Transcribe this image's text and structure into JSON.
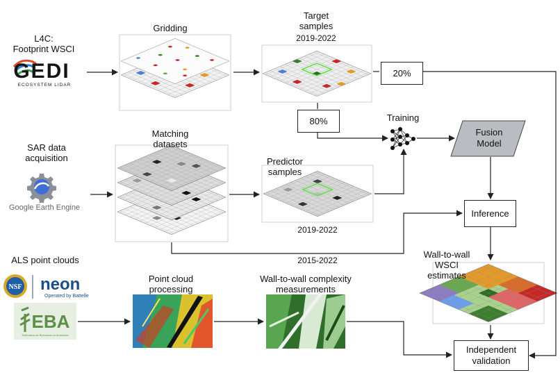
{
  "inputs": {
    "gedi_title": "L4C:\nFootprint WSCI",
    "gedi_logo_text": "GEDI",
    "gedi_logo_subtitle": "ECOSYSTEM LIDAR",
    "sar_title": "SAR data\nacquisition",
    "gee_text": "Google Earth Engine",
    "als_title": "ALS point clouds",
    "nsf_text": "NSF",
    "neon_text": "neon",
    "neon_subtitle": "Operated by Battelle",
    "eba_text": "EBA",
    "eba_subtitle": "Estimativa de Biomassa na Amazônia"
  },
  "labels": {
    "gridding": "Gridding",
    "target_samples": "Target\nsamples",
    "target_years": "2019-2022",
    "matching": "Matching\ndatasets",
    "predictor_samples": "Predictor\nsamples",
    "predictor_years": "2019-2022",
    "matching_years": "2015-2022",
    "training": "Training",
    "point_cloud": "Point cloud\nprocessing",
    "complexity": "Wall-to-wall complexity\nmeasurements",
    "estimates": "Wall-to-wall\nWSCI\nestimates"
  },
  "boxes": {
    "split_20": "20%",
    "split_80": "80%",
    "fusion_model": "Fusion\nModel",
    "inference": "Inference",
    "validation": "Independent\nvalidation"
  },
  "colors": {
    "arrow": "#222222",
    "highlight_green": "#66e04a",
    "fusion_fill": "#b9bcc0"
  }
}
